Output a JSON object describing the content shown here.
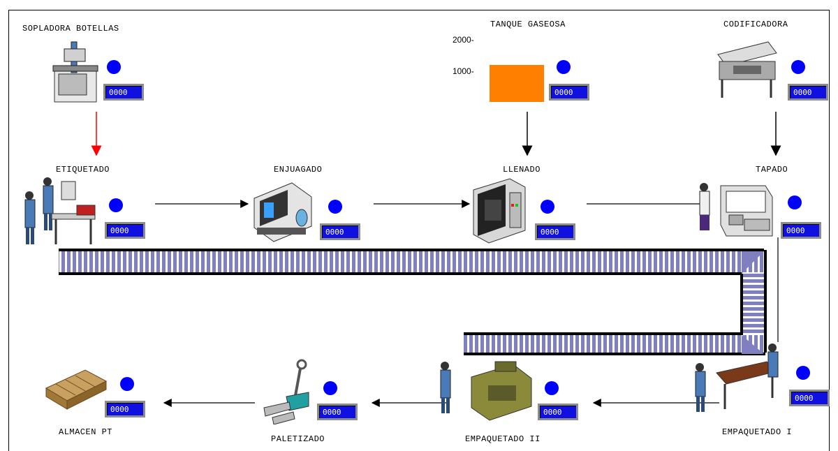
{
  "stations": {
    "sopladora": {
      "label": "SOPLADORA BOTELLAS",
      "counter": "0000"
    },
    "tanque": {
      "label": "TANQUE GASEOSA",
      "counter": "0000"
    },
    "codificadora": {
      "label": "CODIFICADORA",
      "counter": "0000"
    },
    "etiquetado": {
      "label": "ETIQUETADO",
      "counter": "0000"
    },
    "enjuagado": {
      "label": "ENJUAGADO",
      "counter": "0000"
    },
    "llenado": {
      "label": "LLENADO",
      "counter": "0000"
    },
    "tapado": {
      "label": "TAPADO",
      "counter": "0000"
    },
    "empaquetado1": {
      "label": "EMPAQUETADO I",
      "counter": "0000"
    },
    "empaquetado2": {
      "label": "EMPAQUETADO II",
      "counter": "0000"
    },
    "paletizado": {
      "label": "PALETIZADO",
      "counter": "0000"
    },
    "almacen": {
      "label": "ALMACEN PT",
      "counter": "0000"
    }
  },
  "tank_scale": {
    "tick_high": "2000-",
    "tick_mid": "1000-",
    "level": 1000,
    "max": 2000
  },
  "colors": {
    "indicator": "#0000ff",
    "counter_bg": "#1010e0",
    "tank": "#ff8000",
    "conveyor": "#8080c0",
    "alert_arrow": "#ff0000"
  }
}
